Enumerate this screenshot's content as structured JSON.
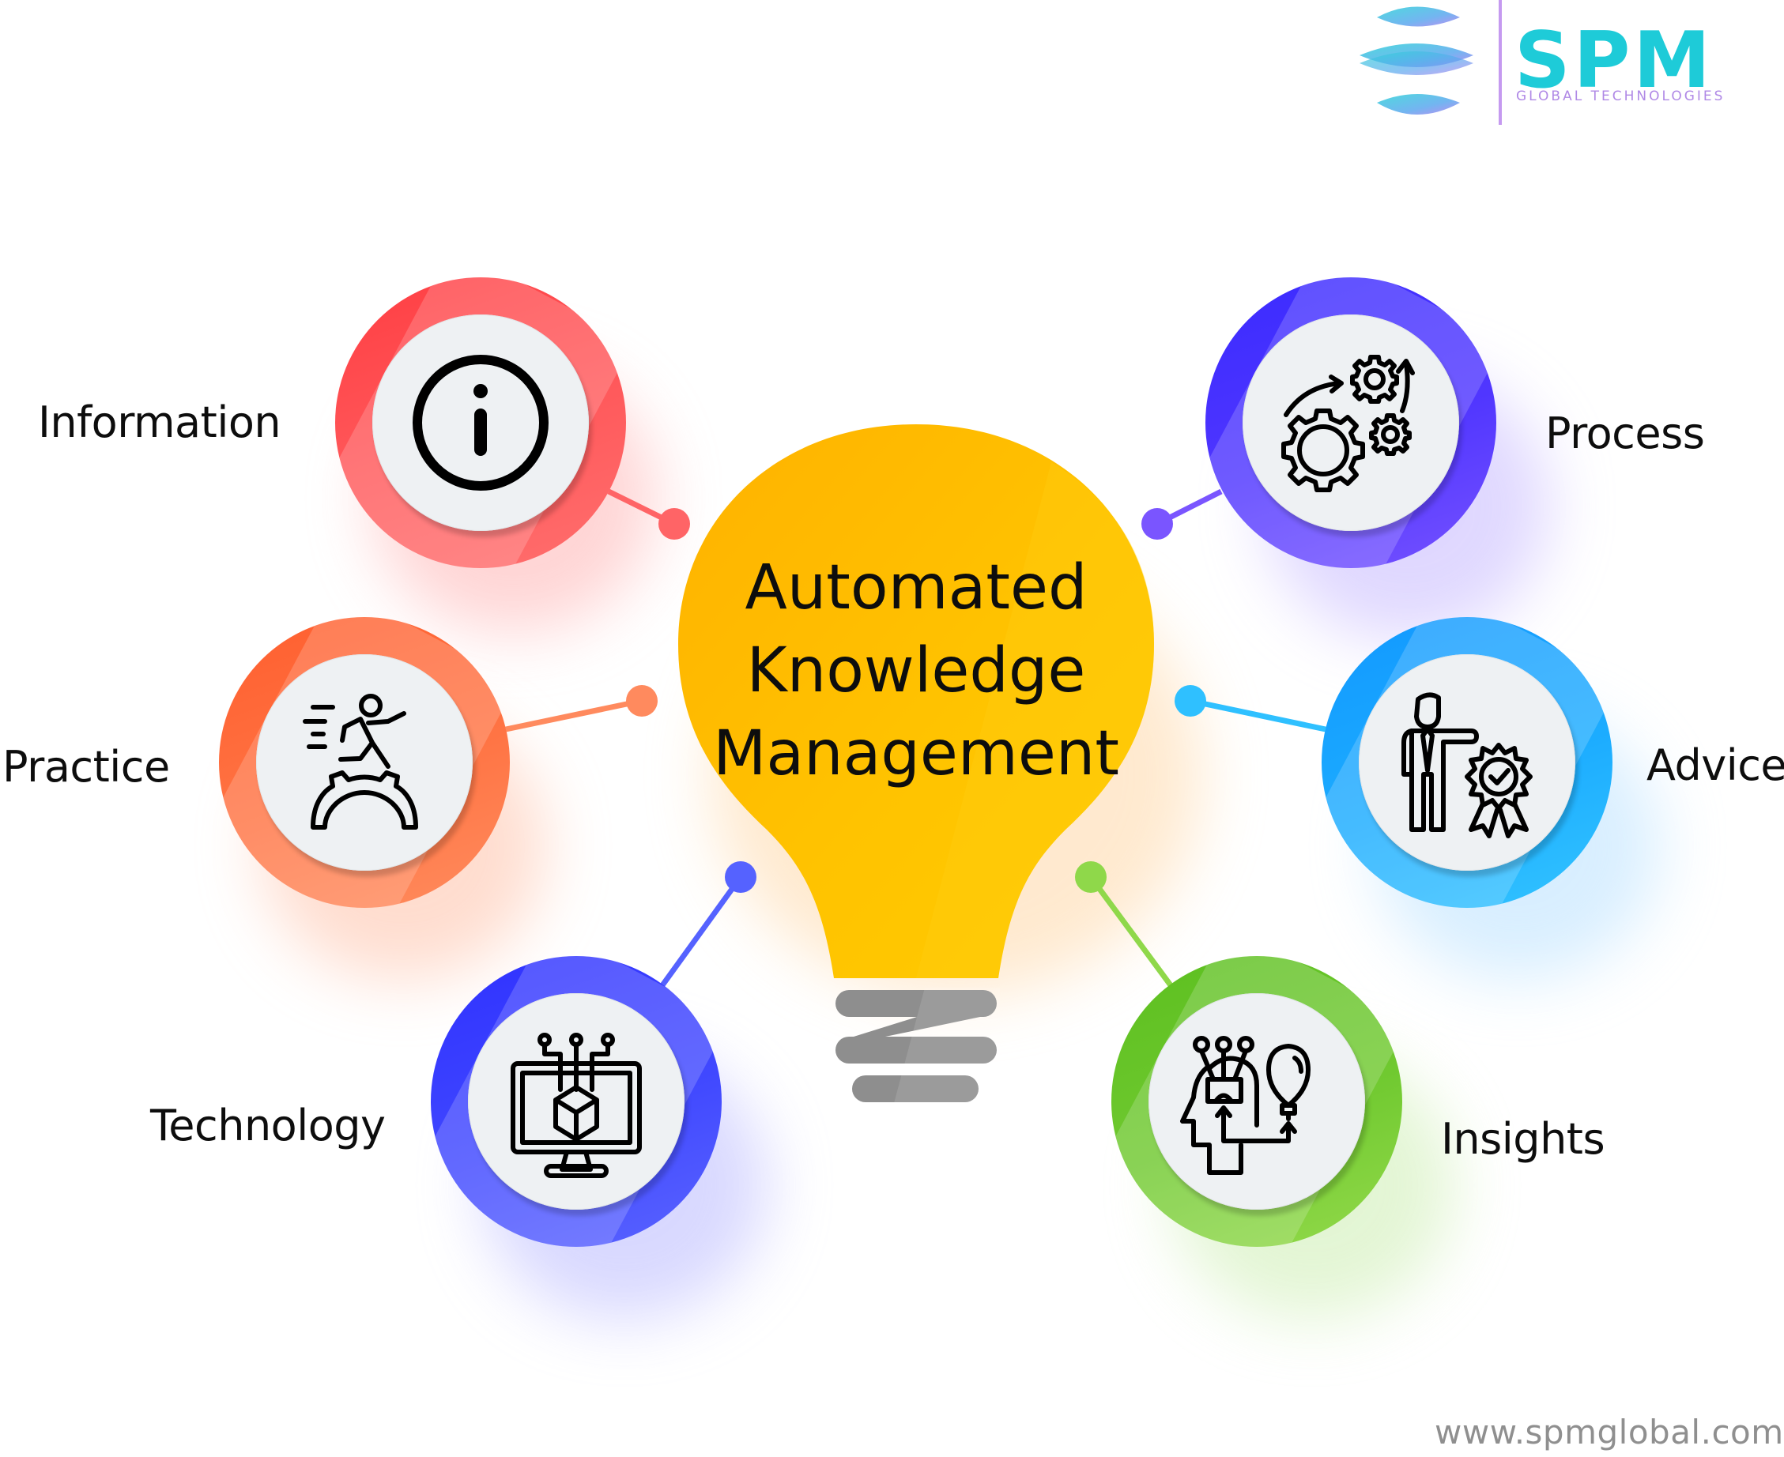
{
  "title": {
    "lines": [
      "Automated",
      "Knowledge",
      "Management"
    ]
  },
  "logo": {
    "name": "SPM",
    "tagline": "GLOBAL TECHNOLOGIES",
    "color_primary": "#1ecbd8",
    "color_secondary": "#b089e6"
  },
  "nodes": [
    {
      "id": "information",
      "label": "Information",
      "icon": "info-icon",
      "color": "#ff4b4f",
      "color_light": "#ff7472"
    },
    {
      "id": "practice",
      "label": "Practice",
      "icon": "runner-over-gear-icon",
      "color": "#ff6a3a",
      "color_light": "#ff8f62"
    },
    {
      "id": "technology",
      "label": "Technology",
      "icon": "monitor-cube-circuit-icon",
      "color": "#3a3cff",
      "color_light": "#5a66ff"
    },
    {
      "id": "process",
      "label": "Process",
      "icon": "gears-arrows-icon",
      "color": "#4a35ff",
      "color_light": "#7a55ff"
    },
    {
      "id": "advice",
      "label": "Advice",
      "icon": "consultant-badge-icon",
      "color": "#17a0ff",
      "color_light": "#30c0ff"
    },
    {
      "id": "insights",
      "label": "Insights",
      "icon": "head-lightbulb-icon",
      "color": "#62c22a",
      "color_light": "#95da4c"
    }
  ],
  "bulb": {
    "color": "#ffc400",
    "color_top": "#ffb000",
    "base_color": "#8e8e8e"
  },
  "footer": {
    "url": "www.spmglobal.com"
  }
}
